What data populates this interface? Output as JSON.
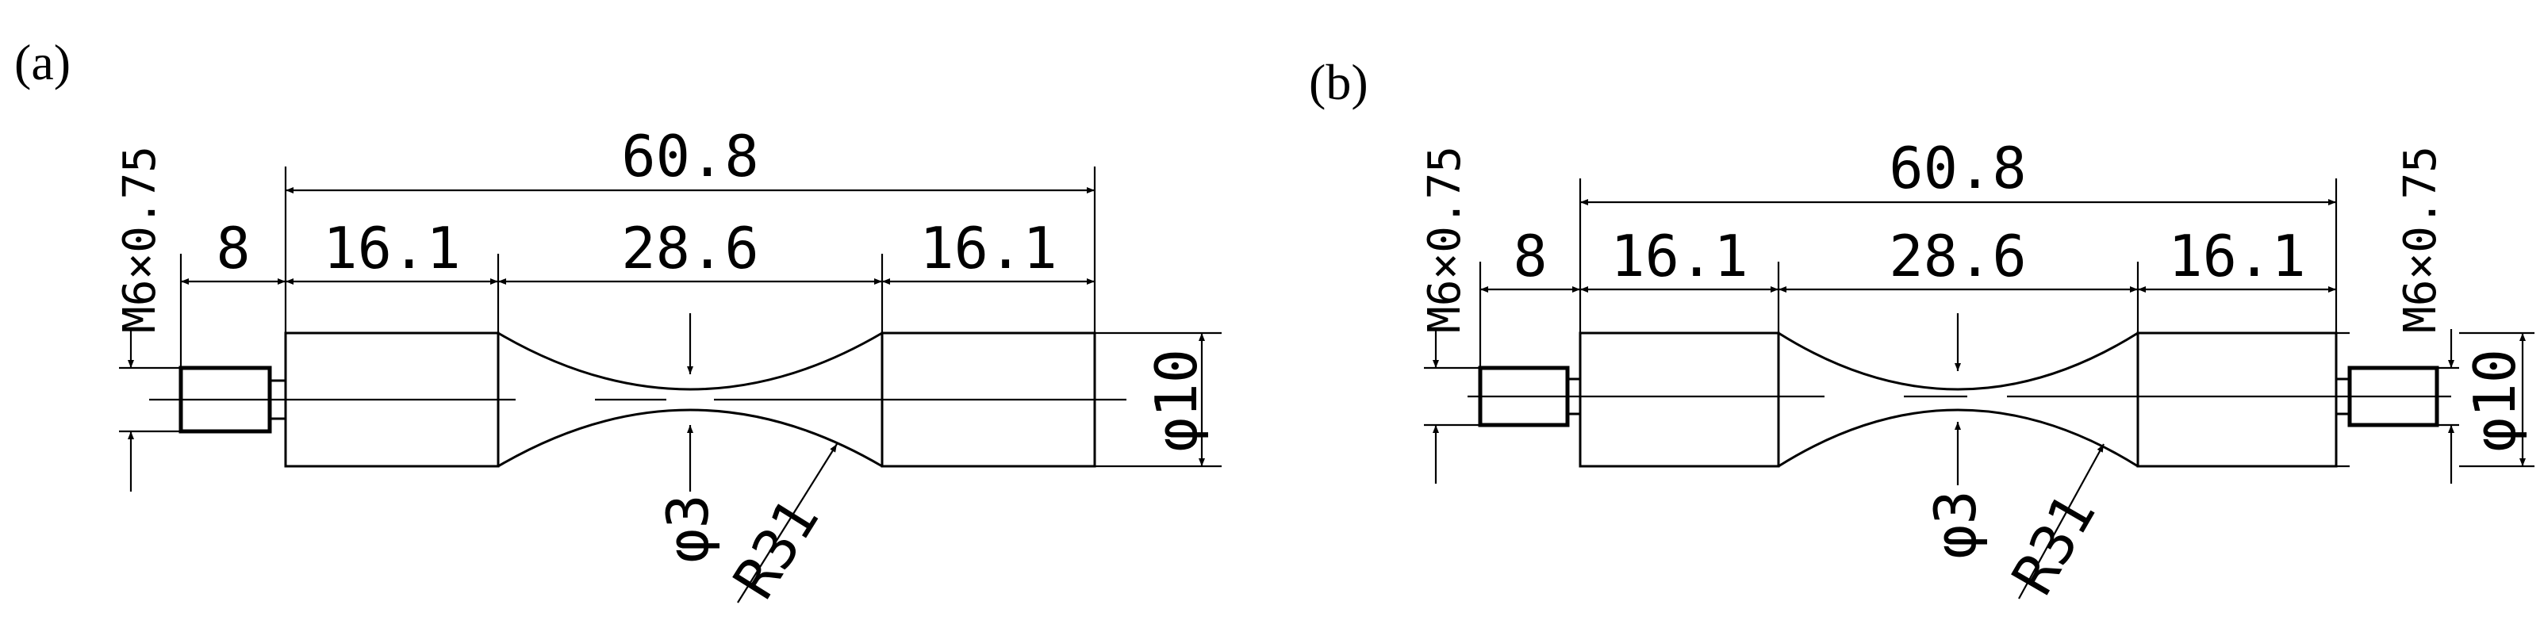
{
  "panels": [
    {
      "label": "(a)",
      "thread_left": "M6×0.75",
      "thread_right": "",
      "overall_length": "60.8",
      "thread_length": "8",
      "grip_left": "16.1",
      "gauge": "28.6",
      "grip_right": "16.1",
      "diameter": "φ10",
      "min_diameter": "φ3",
      "radius": "R31"
    },
    {
      "label": "(b)",
      "thread_left": "M6×0.75",
      "thread_right": "M6×0.75",
      "overall_length": "60.8",
      "thread_length": "8",
      "grip_left": "16.1",
      "gauge": "28.6",
      "grip_right": "16.1",
      "diameter": "φ10",
      "min_diameter": "φ3",
      "radius": "R31"
    }
  ]
}
